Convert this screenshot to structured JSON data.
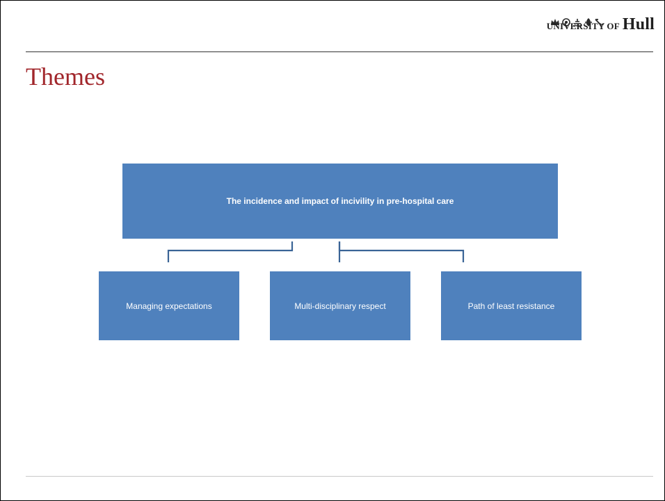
{
  "logo": {
    "prefix": "UNIVERSITY OF",
    "name": "Hull"
  },
  "slide": {
    "title": "Themes"
  },
  "diagram": {
    "root": "The incidence and impact of incivility in pre-hospital care",
    "children": [
      "Managing expectations",
      "Multi-disciplinary respect",
      "Path of least resistance"
    ]
  },
  "colors": {
    "title": "#a1262b",
    "box_fill": "#4f81bd",
    "connector": "#3a6496"
  }
}
